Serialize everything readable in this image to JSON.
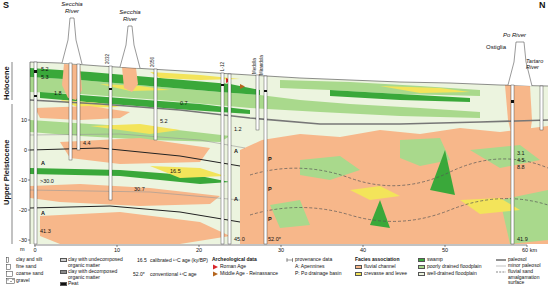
{
  "diagram": {
    "labels": [
      "S",
      "N",
      "Secchia River",
      "Secchia River",
      "Po River",
      "Ostiglia",
      "Tartaro River",
      "Holocene",
      "Upper Pleistocene",
      "2032",
      "2056",
      "L-12",
      "Medolla",
      "Mirandola",
      "5.2",
      "5.3",
      "1.8",
      "4.4",
      "5.2",
      "0.7",
      "1.2",
      "3.1",
      "4.5",
      "8.8",
      ">30.0",
      "30.7",
      "16.5",
      "41.3",
      "45.0",
      "52.0*",
      "41.9",
      "A",
      "A",
      "A",
      "A",
      "P",
      "P",
      "P",
      "10",
      "0",
      "-10",
      "-20",
      "-30",
      "m",
      "0",
      "10",
      "20",
      "30",
      "40",
      "50",
      "60 km",
      "16.5",
      "52.0*",
      "Archeological data",
      "Facies association"
    ],
    "legend": [
      {
        "text": "clay and silt"
      },
      {
        "text": "fine sand"
      },
      {
        "text": "coarse sand"
      },
      {
        "text": "gravel"
      },
      {
        "text": "clay with undecomposed organic matter",
        "color": "#d0d0d0"
      },
      {
        "text": "clay with decomposed organic matter",
        "color": "#8a8a8a"
      },
      {
        "text": "Peat",
        "color": "#111111"
      },
      {
        "text": "calibrated ¹⁴C age (ky/BP)"
      },
      {
        "text": "conventional ¹⁴C age"
      },
      {
        "text": "Roman Age"
      },
      {
        "text": "Middle Age - Reinassance"
      },
      {
        "text": "provenance data"
      },
      {
        "text": "A: Apennines"
      },
      {
        "text": "P: Po drainage basin"
      },
      {
        "text": "fluvial channel",
        "color": "#f7b78a"
      },
      {
        "text": "crevasse and levee",
        "color": "#f3e45a"
      },
      {
        "text": "swamp",
        "color": "#3aa83a"
      },
      {
        "text": "poorly drained floodplain",
        "color": "#a9d98c"
      },
      {
        "text": "well-drained floodplain",
        "color": "#ecf4df"
      },
      {
        "text": "paleosol"
      },
      {
        "text": "minor paleosol"
      },
      {
        "text": "fluvial sand amalgamation surface"
      }
    ]
  }
}
